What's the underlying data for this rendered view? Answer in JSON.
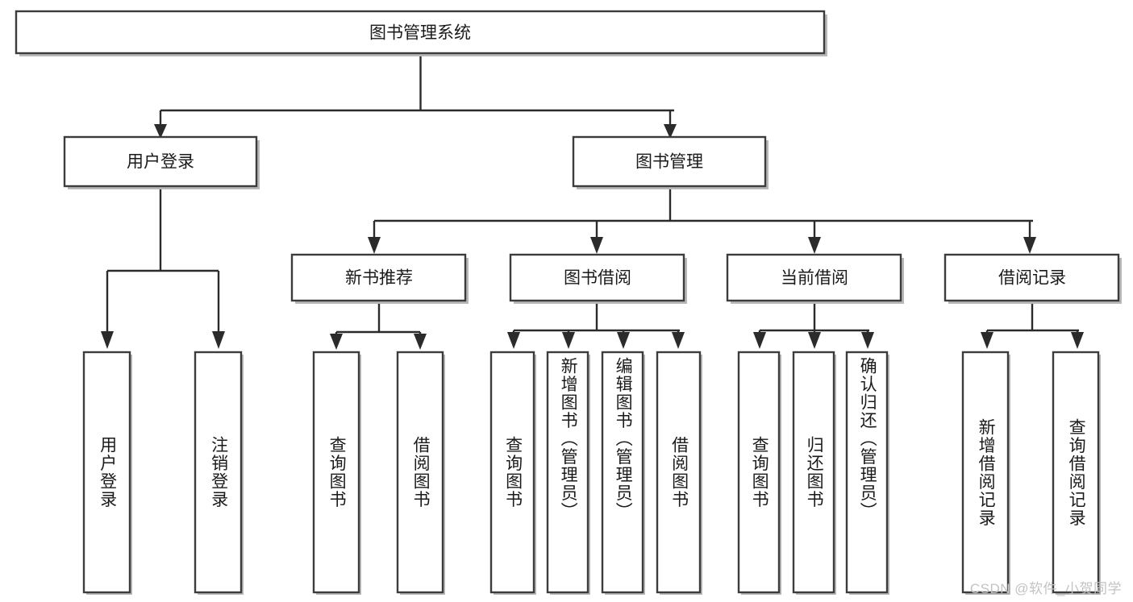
{
  "diagram": {
    "title": "图书管理系统",
    "type": "tree-hierarchy-diagram",
    "watermark": "CSDN @软件_小贺同学",
    "colors": {
      "box_fill": "#ffffff",
      "box_stroke": "#3c3c3c",
      "connector": "#2b2b2b",
      "text": "#1a1a1a",
      "watermark": "#c3c3c3"
    },
    "root": {
      "label": "图书管理系统"
    },
    "level2": [
      {
        "label": "用户登录"
      },
      {
        "label": "图书管理"
      }
    ],
    "level3": [
      {
        "label": "新书推荐"
      },
      {
        "label": "图书借阅"
      },
      {
        "label": "当前借阅"
      },
      {
        "label": "借阅记录"
      }
    ],
    "leaves": {
      "user_login": [
        {
          "label": "用户登录"
        },
        {
          "label": "注销登录"
        }
      ],
      "new_book_recommend": [
        {
          "label": "查询图书"
        },
        {
          "label": "借阅图书"
        }
      ],
      "book_borrow": [
        {
          "label": "查询图书"
        },
        {
          "label": "新增图书（管理员）"
        },
        {
          "label": "编辑图书（管理员）"
        },
        {
          "label": "借阅图书"
        }
      ],
      "current_borrow": [
        {
          "label": "查询图书"
        },
        {
          "label": "归还图书"
        },
        {
          "label": "确认归还（管理员）"
        }
      ],
      "borrow_records": [
        {
          "label": "新增借阅记录"
        },
        {
          "label": "查询借阅记录"
        }
      ]
    }
  }
}
